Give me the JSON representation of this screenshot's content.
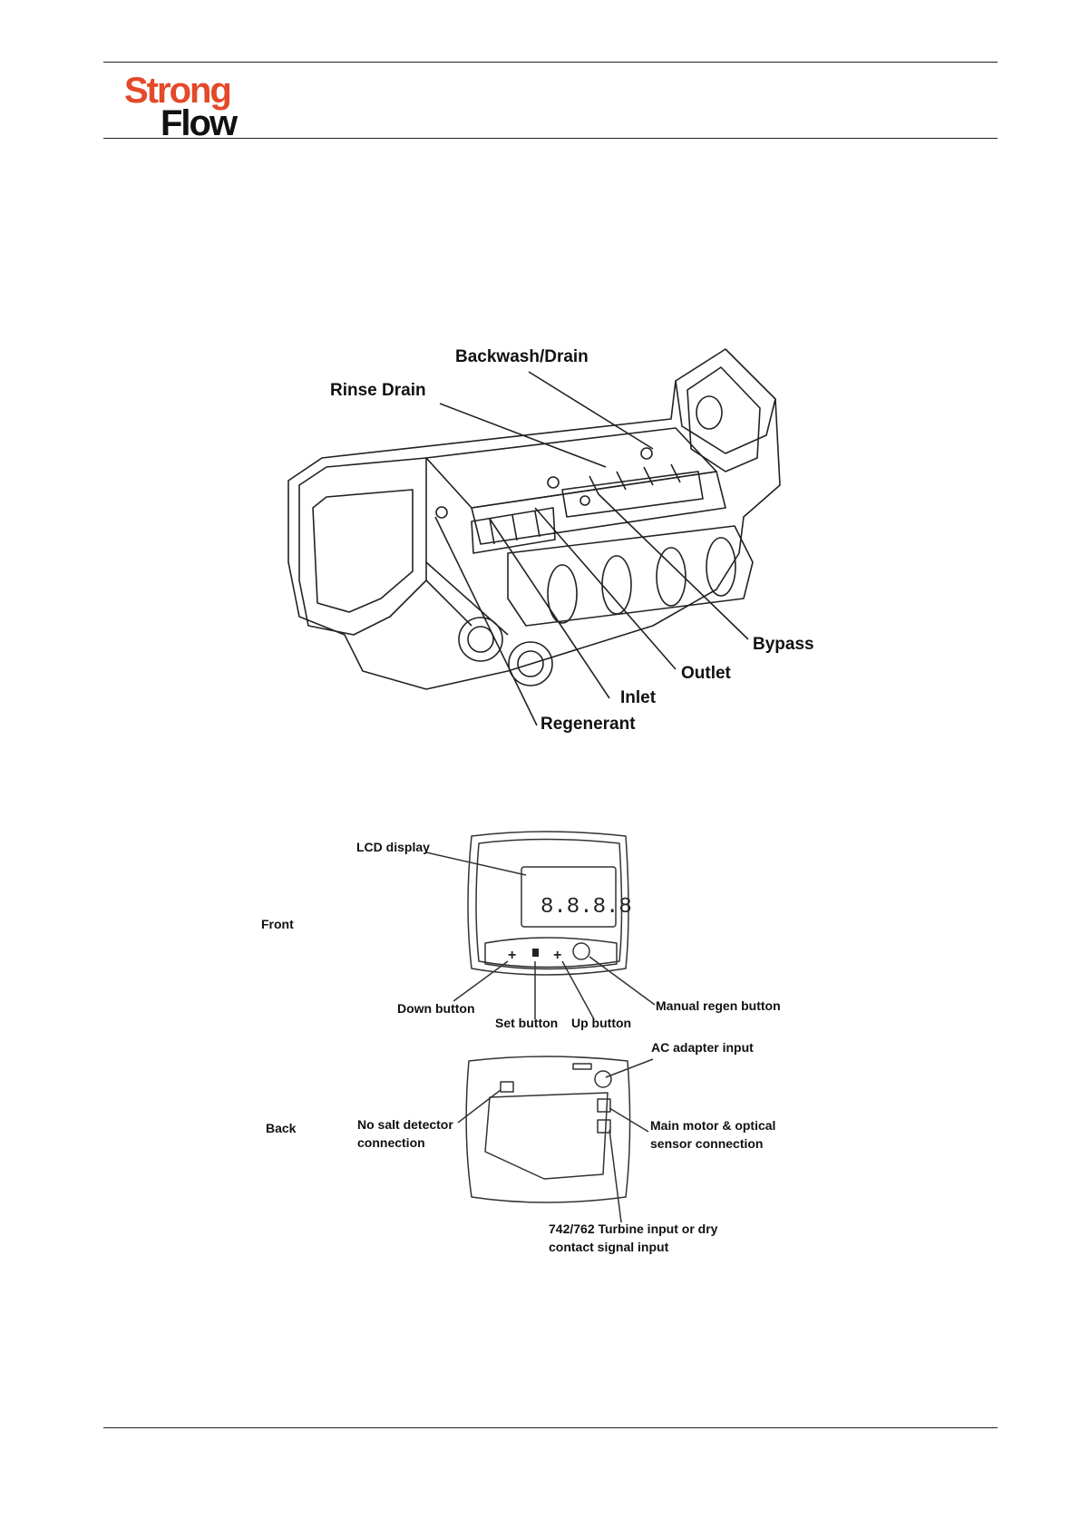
{
  "header": {
    "logo_line1": "Strong",
    "logo_line2": "Flow"
  },
  "valve_diagram": {
    "labels": {
      "backwash_drain": "Backwash/Drain",
      "rinse_drain": "Rinse Drain",
      "bypass": "Bypass",
      "outlet": "Outlet",
      "inlet": "Inlet",
      "regenerant": "Regenerant"
    }
  },
  "controller_diagram": {
    "front_label": "Front",
    "back_label": "Back",
    "labels": {
      "lcd_display": "LCD display",
      "down_button": "Down button",
      "set_button": "Set button",
      "up_button": "Up button",
      "manual_regen_button": "Manual regen button",
      "ac_adapter_input": "AC adapter input",
      "no_salt_detector": [
        "No salt detector",
        "connection"
      ],
      "main_motor": [
        "Main motor & optical",
        "sensor connection"
      ],
      "turbine_input": [
        "742/762 Turbine input or dry",
        "contact signal input"
      ]
    }
  }
}
